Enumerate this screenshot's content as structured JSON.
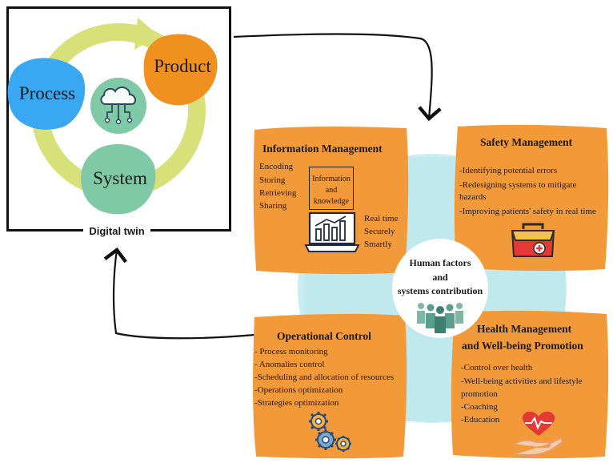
{
  "digital_twin": {
    "label": "Digital twin",
    "nodes": [
      "Process",
      "Product",
      "System"
    ]
  },
  "hub": {
    "lines": [
      "Human factors",
      "and",
      "systems contribution"
    ]
  },
  "cards": {
    "info": {
      "title": "Information Management",
      "items": [
        "Encoding",
        "Storing",
        "Retrieving",
        "Sharing"
      ],
      "box": [
        "Information",
        "and",
        "knowledge"
      ],
      "tags": [
        "Real time",
        "Securely",
        "Smartly"
      ]
    },
    "safety": {
      "title": "Safety Management",
      "items": [
        "-Identifying potential errors",
        "-Redesigning systems to mitigate",
        "hazards",
        "-Improving patients' safety in real time"
      ]
    },
    "ops": {
      "title": "Operational Control",
      "items": [
        "- Process monitoring",
        "- Anomalies control",
        "-Scheduling and allocation of resources",
        "-Operations optimization",
        "-Strategies optimization"
      ]
    },
    "health": {
      "title_lines": [
        "Health Management",
        "and Well-being Promotion"
      ],
      "items": [
        "-Control over health",
        "-Well-being activities and lifestyle",
        "promotion",
        "-Coaching",
        "-Education"
      ]
    }
  },
  "colors": {
    "card": "#f29a3a",
    "hub_ring": "#bfe9ec",
    "process": "#3aa7f2",
    "product": "#f0901e",
    "system": "#7fc9a6",
    "cycle": "#d8e07a",
    "cloud_bg": "#7fc9a6",
    "heart": "#e53935"
  }
}
